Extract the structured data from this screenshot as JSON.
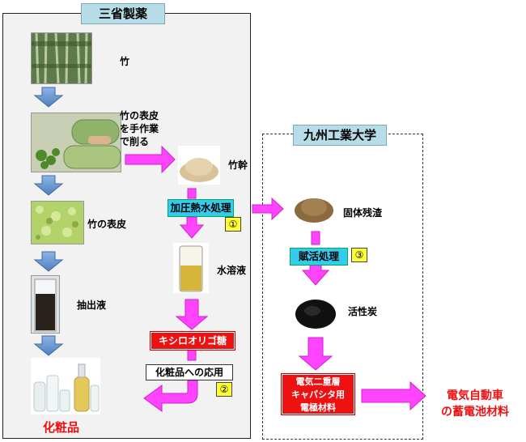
{
  "left_panel": {
    "title": "三省製薬",
    "steps": [
      {
        "label": "竹"
      },
      {
        "label_lines": [
          "竹の表皮",
          "を手作業",
          "で削る"
        ]
      },
      {
        "label": "竹の表皮"
      },
      {
        "label": "抽出液"
      }
    ],
    "cosmetics_label": "化粧品"
  },
  "center": {
    "bamboo_trunk": "竹幹",
    "process_1": "加圧熱水処理",
    "num_1": "①",
    "aqueous": "水溶液",
    "xylo": "キシロオリゴ糖",
    "application": "化粧品への応用",
    "num_2": "②"
  },
  "right_panel": {
    "title": "九州工業大学",
    "residue": "固体残渣",
    "process_3": "賦活処理",
    "num_3": "③",
    "activated_carbon": "活性炭",
    "electrode_lines": [
      "電気二重層",
      "キャパシタ用",
      "電極材料"
    ]
  },
  "ev": {
    "lines": [
      "電気自動車",
      "の蓄電池材料"
    ]
  },
  "colors": {
    "magenta_arrow": "#ff44ff",
    "blue_arrow": "#6b9bd8",
    "red_box": "#ee1111",
    "cyan_box": "#33ccee"
  }
}
